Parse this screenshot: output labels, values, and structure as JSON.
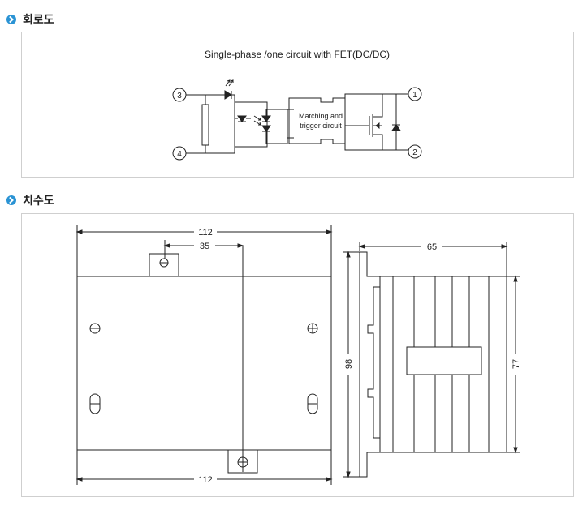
{
  "sections": {
    "circuit": {
      "title": "회로도"
    },
    "dimensions": {
      "title": "치수도"
    }
  },
  "circuit": {
    "caption": "Single-phase /one circuit with FET(DC/DC)",
    "terminal_3": "3",
    "terminal_4": "4",
    "terminal_1": "1",
    "terminal_2": "2",
    "block_line1": "Matching and",
    "block_line2": "trigger circuit"
  },
  "dimensions": {
    "top_width": "112",
    "offset": "35",
    "bottom_width": "112",
    "depth": "65",
    "height_outer": "98",
    "height_inner": "77"
  }
}
